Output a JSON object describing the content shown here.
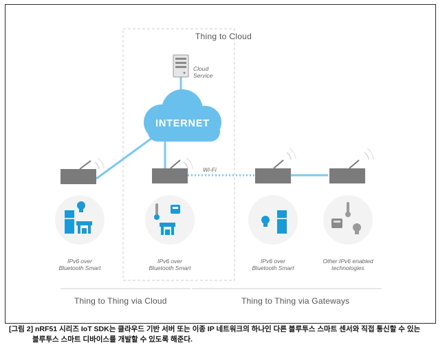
{
  "diagram": {
    "title": "Thing to Cloud",
    "cloud_service_label": "Cloud\nService",
    "internet_label": "INTERNET",
    "wifi_label": "Wi-Fi",
    "groups": [
      {
        "label": "IPv6 over\nBluetooth Smart"
      },
      {
        "label": "IPv6 over\nBluetooth Smart"
      },
      {
        "label": "IPv6 over\nBluetooth Smart"
      },
      {
        "label": "Other IPv6 enabled\ntechnologies"
      }
    ],
    "bottom_left_label": "Thing to Thing via Cloud",
    "bottom_right_label": "Thing to Thing via Gateways",
    "colors": {
      "accent_blue": "#1a9ad6",
      "light_blue": "#7cc8ee",
      "cloud": "#6ac0ec",
      "router": "#7b7b7b"
    }
  },
  "caption": {
    "line1": "[그림 2] nRF51 시리즈 IoT SDK는 클라우드 기반 서버 또는 이종 IP 네트워크의 하나인 다른 블루투스 스마트 센서와 직접 통신할 수 있는",
    "line2": "블루투스 스마트 디바이스를 개발할 수 있도록 해준다."
  }
}
